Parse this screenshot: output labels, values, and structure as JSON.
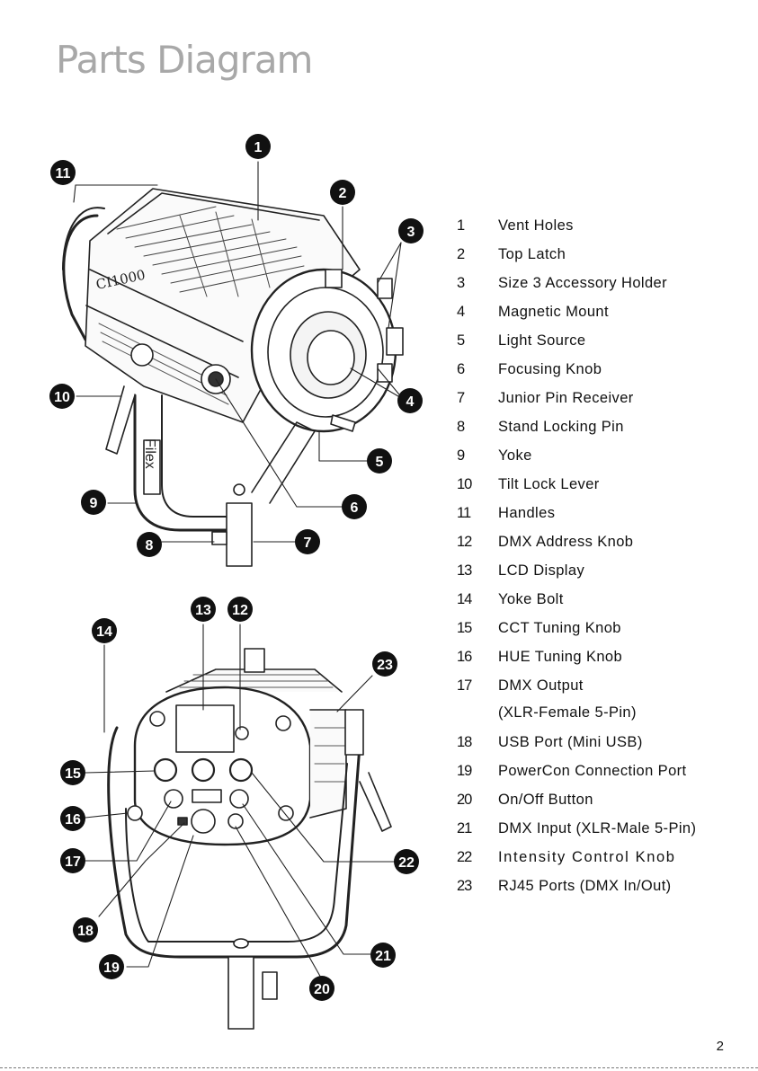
{
  "title": "Parts Diagram",
  "page_number": "2",
  "product_label": "CI1000",
  "brand_label": "Filex",
  "parts": [
    {
      "num": "1",
      "name": "Vent Holes"
    },
    {
      "num": "2",
      "name": "Top Latch"
    },
    {
      "num": "3",
      "name": "Size 3 Accessory Holder"
    },
    {
      "num": "4",
      "name": "Magnetic Mount"
    },
    {
      "num": "5",
      "name": "Light Source"
    },
    {
      "num": "6",
      "name": "Focusing Knob"
    },
    {
      "num": "7",
      "name": "Junior Pin Receiver"
    },
    {
      "num": "8",
      "name": "Stand Locking Pin"
    },
    {
      "num": "9",
      "name": "Yoke"
    },
    {
      "num": "10",
      "name": "Tilt Lock Lever"
    },
    {
      "num": "11",
      "name": "Handles"
    },
    {
      "num": "12",
      "name": "DMX Address Knob"
    },
    {
      "num": "13",
      "name": "LCD Display"
    },
    {
      "num": "14",
      "name": "Yoke Bolt"
    },
    {
      "num": "15",
      "name": "CCT Tuning Knob"
    },
    {
      "num": "16",
      "name": "HUE Tuning Knob"
    },
    {
      "num": "17",
      "name": "DMX Output",
      "sub": "(XLR-Female 5-Pin)"
    },
    {
      "num": "18",
      "name": "USB Port (Mini USB)"
    },
    {
      "num": "19",
      "name": "PowerCon Connection Port"
    },
    {
      "num": "20",
      "name": "On/Off Button"
    },
    {
      "num": "21",
      "name": "DMX Input (XLR-Male 5-Pin)"
    },
    {
      "num": "22",
      "name": "Intensity Control Knob"
    },
    {
      "num": "23",
      "name": "RJ45 Ports (DMX In/Out)"
    }
  ],
  "callouts": [
    "1",
    "2",
    "3",
    "4",
    "5",
    "6",
    "7",
    "8",
    "9",
    "10",
    "11",
    "12",
    "13",
    "14",
    "15",
    "16",
    "17",
    "18",
    "19",
    "20",
    "21",
    "22",
    "23"
  ]
}
